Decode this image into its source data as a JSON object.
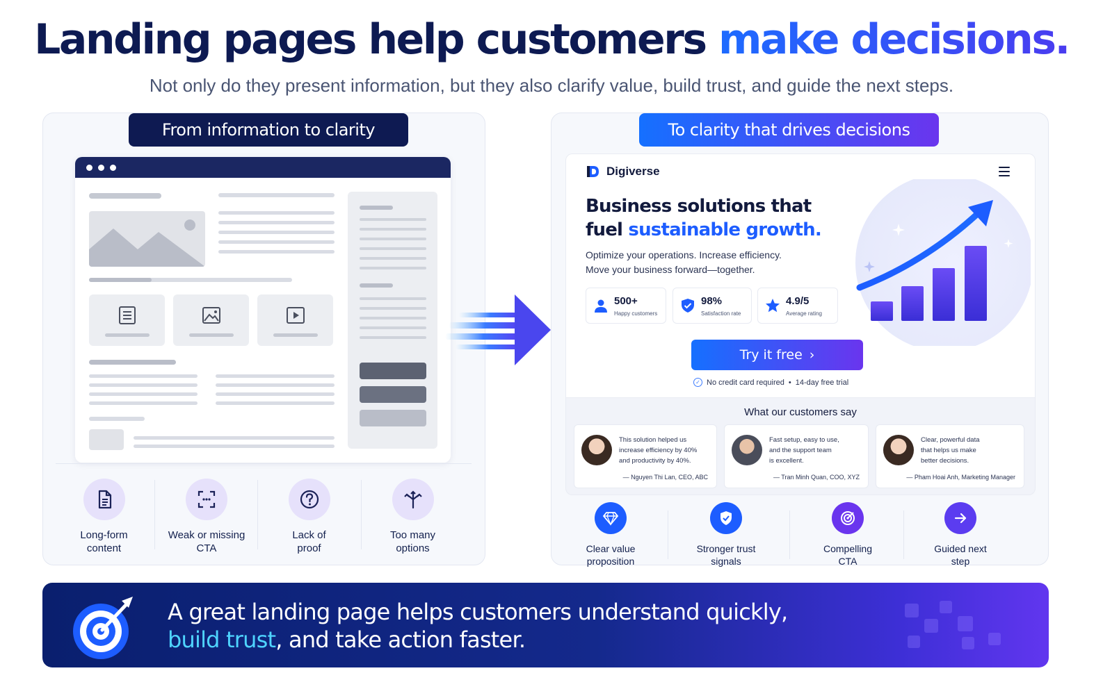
{
  "headline": {
    "main": "Landing pages help customers ",
    "accent": "make decisions."
  },
  "subheadline": "Not only do they present information, but they also clarify value, build trust, and guide the next steps.",
  "left_panel": {
    "title": "From information to clarity",
    "problems": [
      {
        "label_line1": "Long-form",
        "label_line2": "content",
        "icon": "document-icon"
      },
      {
        "label_line1": "Weak or missing",
        "label_line2": "CTA",
        "icon": "focus-frame-icon"
      },
      {
        "label_line1": "Lack of",
        "label_line2": "proof",
        "icon": "question-icon"
      },
      {
        "label_line1": "Too many",
        "label_line2": "options",
        "icon": "split-arrows-icon"
      }
    ]
  },
  "right_panel": {
    "title": "To clarity that drives decisions",
    "brand": "Digiverse",
    "hero_line1": "Business solutions that",
    "hero_line2_plain": "fuel ",
    "hero_line2_accent": "sustainable growth.",
    "intro_line1": "Optimize your operations. Increase efficiency.",
    "intro_line2": "Move your business forward—together.",
    "stats": [
      {
        "value": "500+",
        "label": "Happy customers",
        "icon": "user-icon"
      },
      {
        "value": "98%",
        "label": "Satisfaction rate",
        "icon": "shield-check-icon"
      },
      {
        "value": "4.9/5",
        "label": "Average rating",
        "icon": "star-icon"
      }
    ],
    "cta_label": "Try it free",
    "cta_note_1": "No credit card required",
    "cta_note_sep": "•",
    "cta_note_2": "14-day free trial",
    "testimonials_title": "What our customers say",
    "testimonials": [
      {
        "line1": "This solution helped us",
        "line2": "increase efficiency by 40%",
        "line3": "and productivity by 40%.",
        "author": "— Nguyen Thi Lan, CEO, ABC"
      },
      {
        "line1": "Fast setup, easy to use,",
        "line2": "and the support team",
        "line3": "is excellent.",
        "author": "— Tran Minh Quan, COO, XYZ"
      },
      {
        "line1": "Clear, powerful data",
        "line2": "that helps us make",
        "line3": "better decisions.",
        "author": "— Pham Hoai Anh, Marketing Manager"
      }
    ],
    "benefits": [
      {
        "label_line1": "Clear value",
        "label_line2": "proposition",
        "icon": "diamond-icon",
        "color": "#1d5dff"
      },
      {
        "label_line1": "Stronger trust",
        "label_line2": "signals",
        "icon": "shield-check-icon",
        "color": "#1d5dff"
      },
      {
        "label_line1": "Compelling",
        "label_line2": "CTA",
        "icon": "target-icon",
        "color": "#6a35ee"
      },
      {
        "label_line1": "Guided next",
        "label_line2": "step",
        "icon": "arrow-right-icon",
        "color": "#5b3cf0"
      }
    ]
  },
  "banner": {
    "line1": "A great landing page helps customers understand quickly,",
    "line2_accent": "build trust",
    "line2_rest": ", and take action faster."
  },
  "colors": {
    "navy": "#0d1a52",
    "blue": "#1d5dff",
    "purple": "#6a35ee",
    "cyan": "#4fd4ff"
  }
}
